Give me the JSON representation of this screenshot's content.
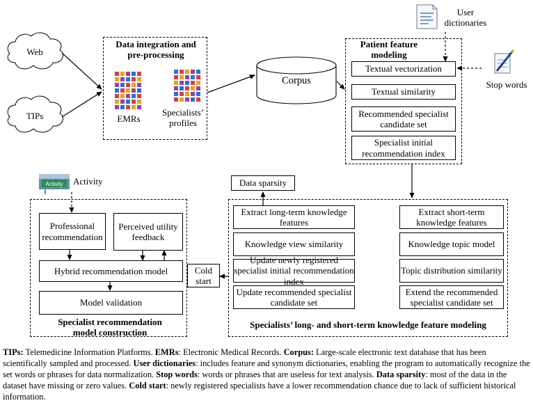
{
  "sources": {
    "web": "Web",
    "tips": "TIPs"
  },
  "integration": {
    "title": "Data integration and pre-processing",
    "emrs": "EMRs",
    "profiles": "Specialists’ profiles"
  },
  "corpus": "Corpus",
  "patient_modeling": {
    "title": "Patient feature modeling",
    "user_dictionaries": "User dictionaries",
    "stop_words": "Stop words",
    "steps": [
      "Textual vectorization",
      "Textual similarity",
      "Recommended specialist candidate set",
      "Specialist initial recommendation index"
    ]
  },
  "activity": "Activity",
  "activity_sign": "Activity",
  "recommendation": {
    "title": "Specialist recommendation model construction",
    "professional": "Professional recommendation",
    "perceived": "Perceived utility feedback",
    "hybrid": "Hybrid recommendation model",
    "validation": "Model validation"
  },
  "cold_start": "Cold start",
  "data_sparsity": "Data sparsity",
  "knowledge": {
    "title": "Specialists’ long- and short-term knowledge feature modeling",
    "long_term": [
      "Extract long-term knowledge features",
      "Knowledge view similarity",
      "Update newly registered specialist initial recommendation index",
      "Update recommended specialist candidate set"
    ],
    "short_term": [
      "Extract short-term knowledge features",
      "Knowledge topic model",
      "Topic distribution similarity",
      "Extend the recommended specialist candidate set"
    ]
  },
  "caption": [
    {
      "term": "TIPs:",
      "text": " Telemedicine Information Platforms. "
    },
    {
      "term": "EMRs",
      "text": ": Electronic Medical Records. "
    },
    {
      "term": "Corpus:",
      "text": " Large-scale electronic text database that has been scientifically sampled and processed. "
    },
    {
      "term": "User dictionaries",
      "text": ": includes feature  and synonym dictionaries, enabling the program to automatically recognize the set words or phrases for data normalization. "
    },
    {
      "term": "Stop words",
      "text": ": words or phrases that are useless for text analysis. "
    },
    {
      "term": "Data sparsity",
      "text": ": most of the data in the dataset have missing or zero values. "
    },
    {
      "term": "Cold start",
      "text": ": newly registered specialists have a lower recommendation chance due to lack of sufficient historical information."
    }
  ]
}
